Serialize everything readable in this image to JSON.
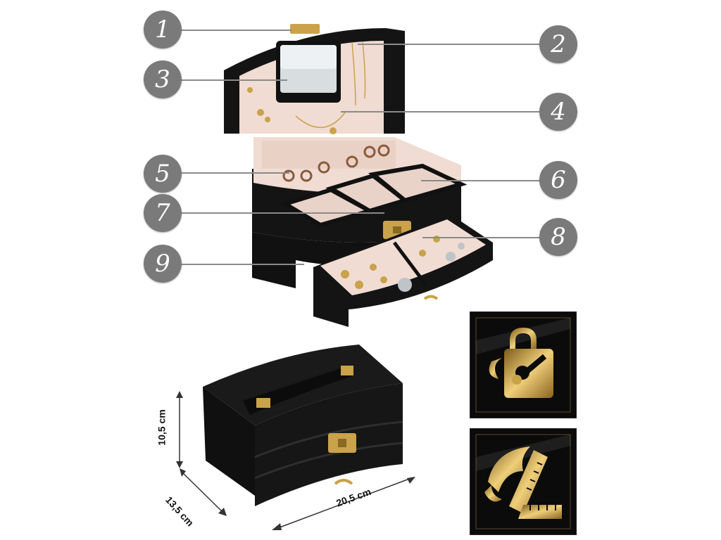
{
  "callouts": [
    {
      "number": "1"
    },
    {
      "number": "2"
    },
    {
      "number": "3"
    },
    {
      "number": "4"
    },
    {
      "number": "5"
    },
    {
      "number": "6"
    },
    {
      "number": "7"
    },
    {
      "number": "8"
    },
    {
      "number": "9"
    }
  ],
  "dimensions": {
    "height": "10,5 cm",
    "depth": "13,5 cm",
    "width": "20,5 cm"
  },
  "icons": {
    "lock": "lock-key-icon",
    "measure": "ruler-measure-icon"
  },
  "colors": {
    "badge": "#7a7a7a",
    "box": "#141414",
    "lining": "#f0dcd2",
    "gold": "#c9a24a"
  }
}
